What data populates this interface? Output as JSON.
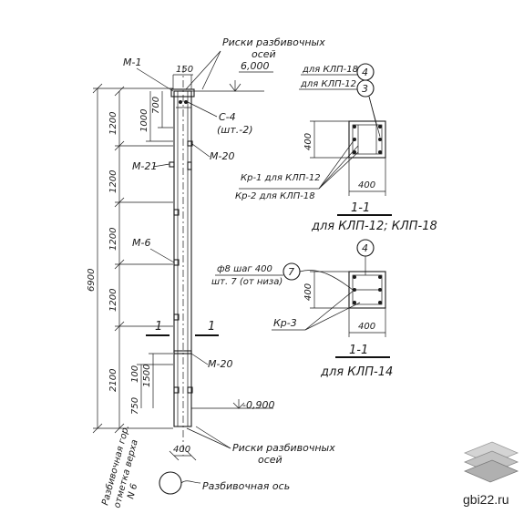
{
  "labels": {
    "risk_top": "Риски разбивочных",
    "risk_top2": "осей",
    "m1": "М-1",
    "dim_150": "150",
    "elev_top": "6,000",
    "c4": "С-4",
    "c4_qty": "(шт.-2)",
    "m20_upper": "М-20",
    "m21": "М-21",
    "m6": "М-6",
    "m20_lower": "М-20",
    "elev_bottom": "-0,900",
    "risk_bottom": "Риски разбивочных",
    "risk_bottom2": "осей",
    "axis_label": "Разбивочная ось",
    "section_mark": "1",
    "level_note1": "Разбивочная гор.",
    "level_note2": "отметка верха",
    "level_note3": "N 6"
  },
  "dims": {
    "total": "6900",
    "d1200_a": "1200",
    "d1200_b": "1200",
    "d1200_c": "1200",
    "d1200_d": "1200",
    "d2100": "2100",
    "d1000": "1000",
    "d700": "700",
    "d1500": "1500",
    "d750": "750",
    "d100": "100",
    "width_400": "400"
  },
  "section_a": {
    "callout_4": "4",
    "callout_3": "3",
    "for_klp18": "для КЛП-18",
    "for_klp12": "для КЛП-12",
    "kr1": "Кр-1 для КЛП-12",
    "kr2": "Кр-2 для КЛП-18",
    "dim_h": "400",
    "dim_w": "400",
    "title": "1-1",
    "subtitle": "для КЛП-12; КЛП-18"
  },
  "section_b": {
    "callout_4": "4",
    "callout_7": "7",
    "rebar": "ф8 шаг 400",
    "rebar_qty": "шт. 7 (от низа)",
    "kr3": "Кр-3",
    "dim_h": "400",
    "dim_w": "400",
    "title": "1-1",
    "subtitle": "для КЛП-14"
  },
  "watermark": {
    "text": "gbi22.ru"
  }
}
